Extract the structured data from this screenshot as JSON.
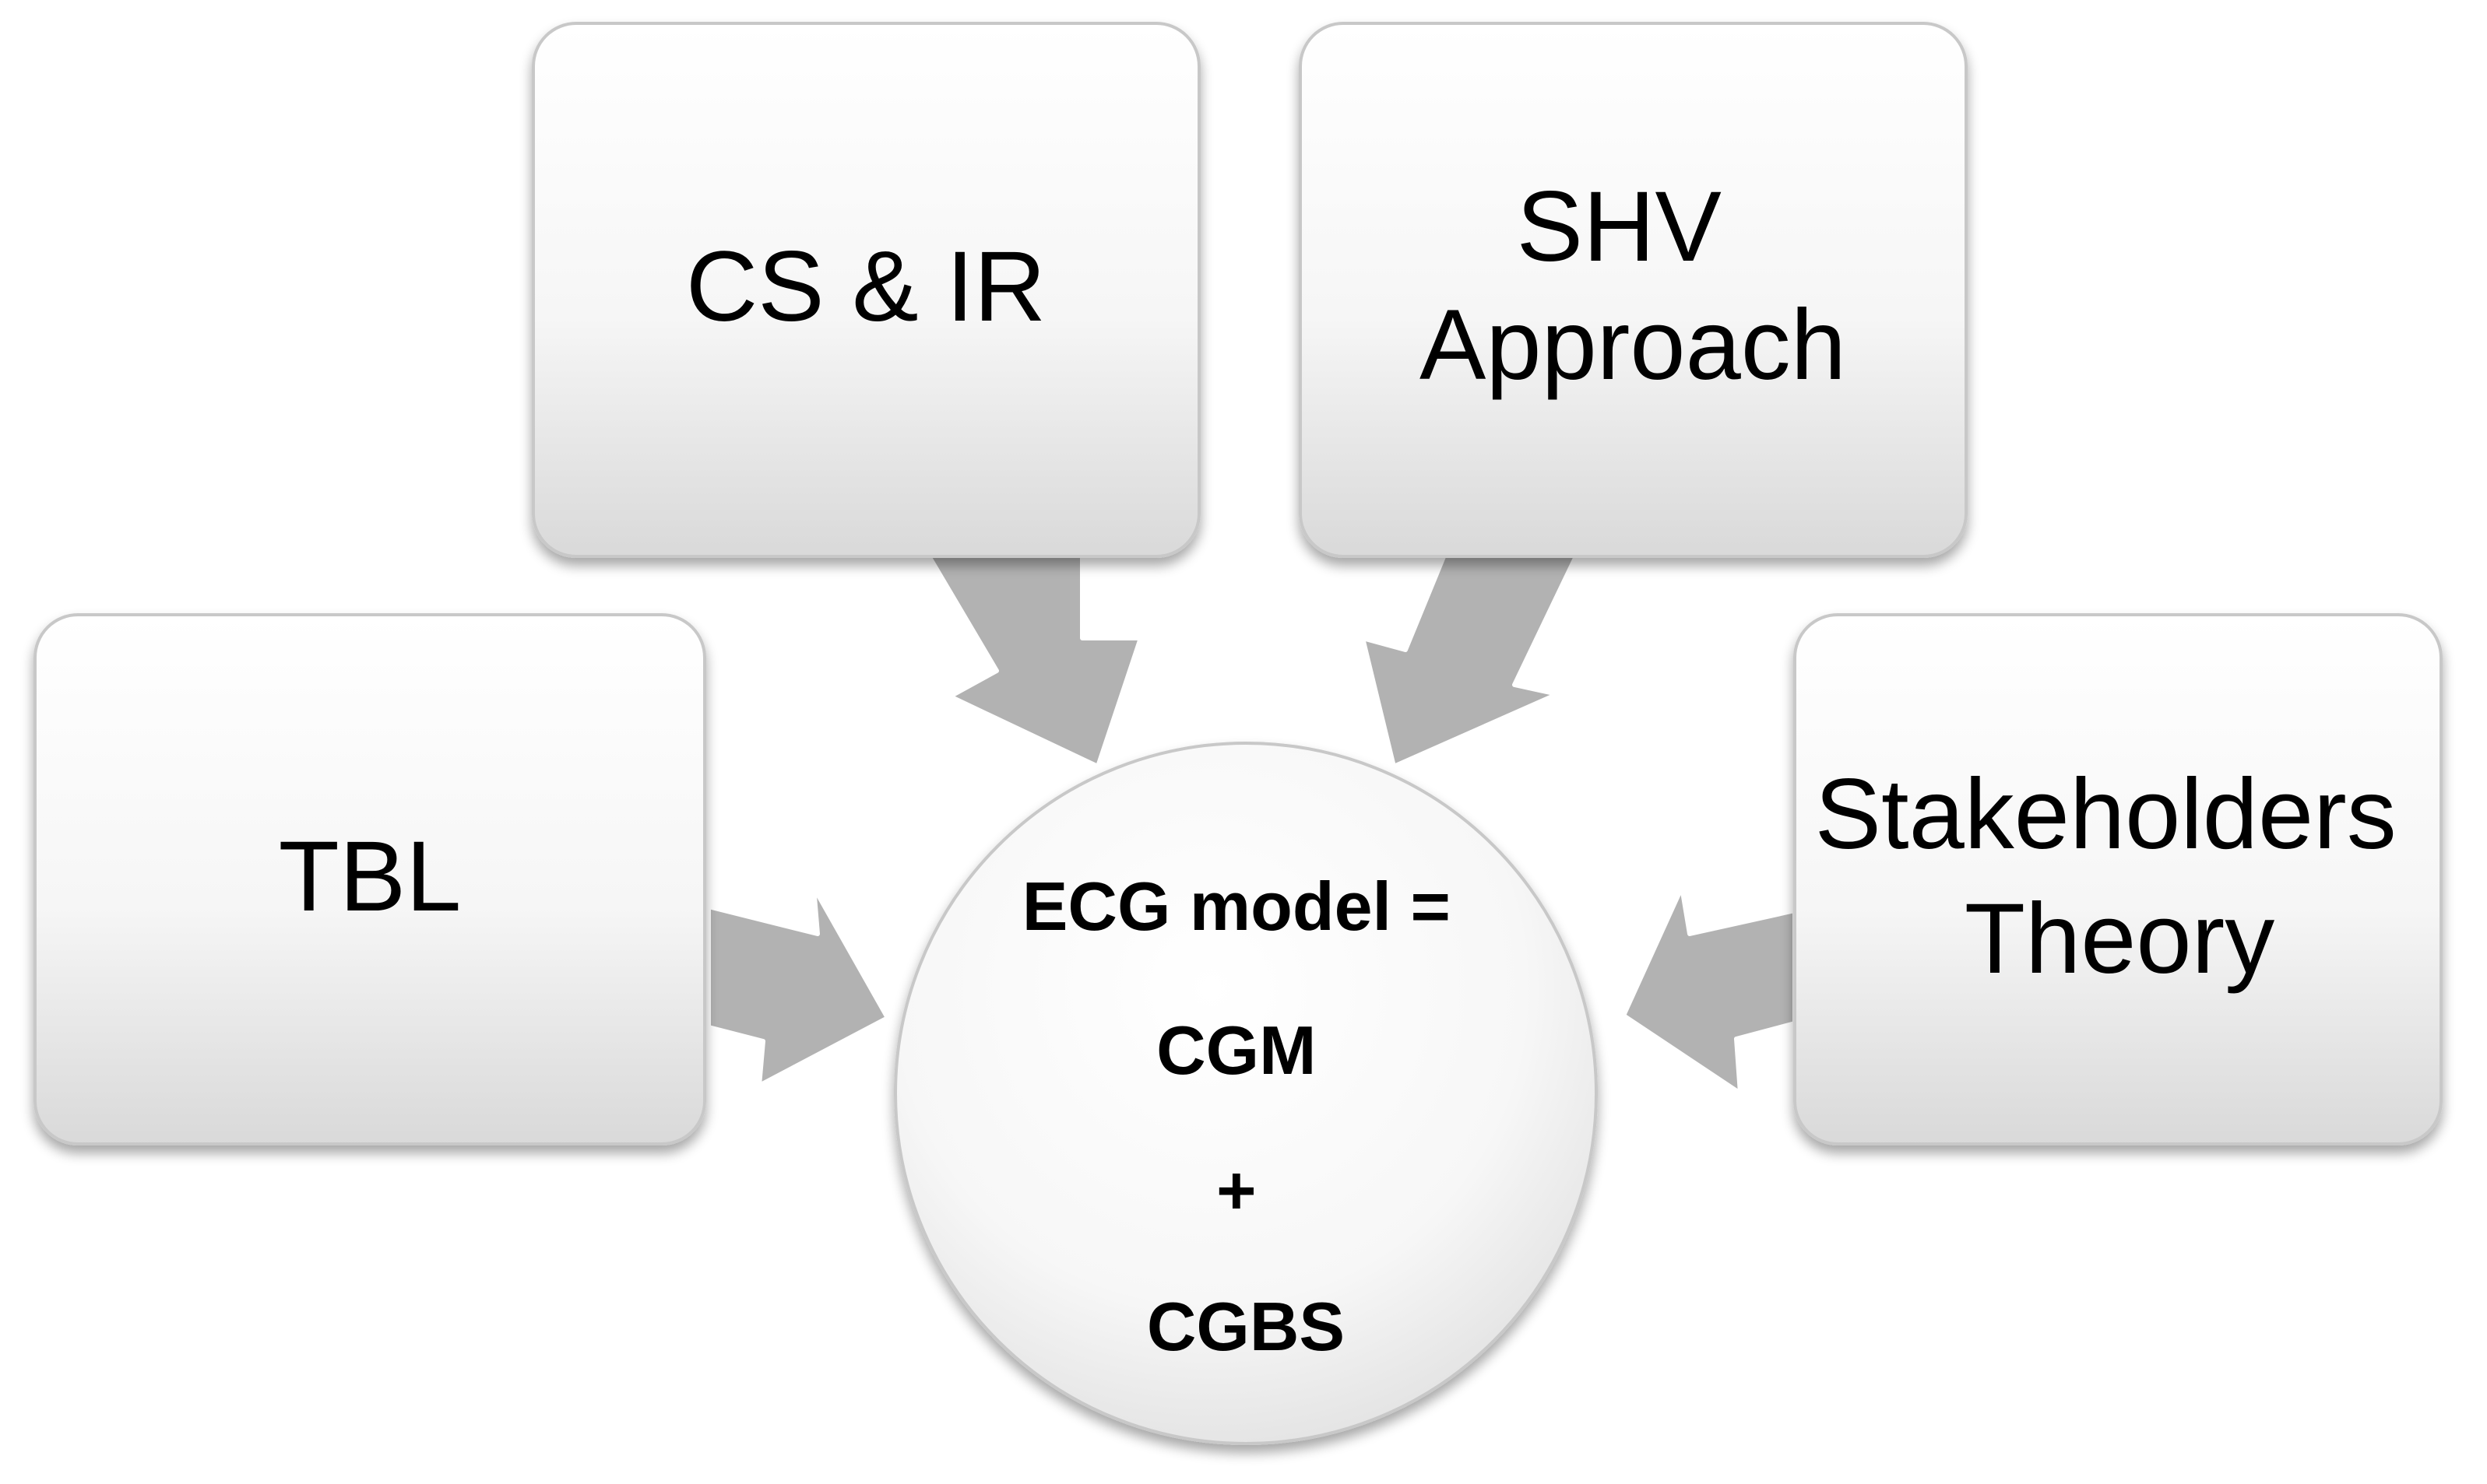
{
  "diagram": {
    "nodes": {
      "cs_ir": {
        "lines": [
          "CS & IR"
        ]
      },
      "shv": {
        "lines": [
          "SHV",
          "Approach"
        ]
      },
      "tbl": {
        "lines": [
          "TBL"
        ]
      },
      "stakeholders": {
        "lines": [
          "Stakeholders",
          "Theory"
        ]
      }
    },
    "hub": {
      "lines": [
        "ECG model =",
        "CGM",
        "+",
        "CGBS"
      ]
    },
    "colors": {
      "box_fill_top": "#ffffff",
      "box_fill_bottom": "#d9d9d9",
      "box_border": "#c8c8c8",
      "arrow_fill": "#b2b2b2",
      "arrow_stroke": "#ffffff",
      "text": "#000000"
    }
  }
}
